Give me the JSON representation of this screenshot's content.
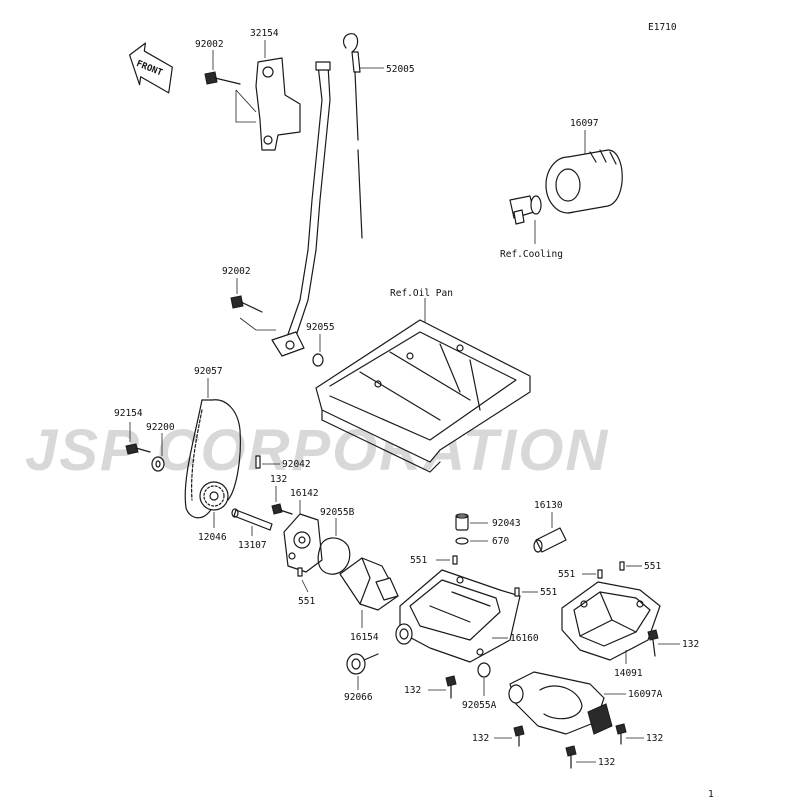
{
  "diagram_code": "E1710",
  "watermark": "JSP CORPORATION",
  "front_label": "FRONT",
  "references": {
    "oil_pan": "Ref.Oil Pan",
    "cooling": "Ref.Cooling"
  },
  "parts": {
    "p32154": "32154",
    "p92002a": "92002",
    "p52005": "52005",
    "p16097": "16097",
    "p92002b": "92002",
    "p92055": "92055",
    "p92057": "92057",
    "p92154": "92154",
    "p92200": "92200",
    "p92042": "92042",
    "p132a": "132",
    "p16142": "16142",
    "p92055B": "92055B",
    "p12046": "12046",
    "p13107": "13107",
    "p551a": "551",
    "p16130": "16130",
    "p92043": "92043",
    "p670": "670",
    "p551b": "551",
    "p551c": "551",
    "p551d": "551",
    "p551e": "551",
    "p16154": "16154",
    "p16160": "16160",
    "p14091": "14091",
    "p132b": "132",
    "p92066": "92066",
    "p132c": "132",
    "p92055A": "92055A",
    "p16097A": "16097A",
    "p132d": "132",
    "p132e": "132",
    "p132f": "132"
  },
  "page_mark": "1"
}
